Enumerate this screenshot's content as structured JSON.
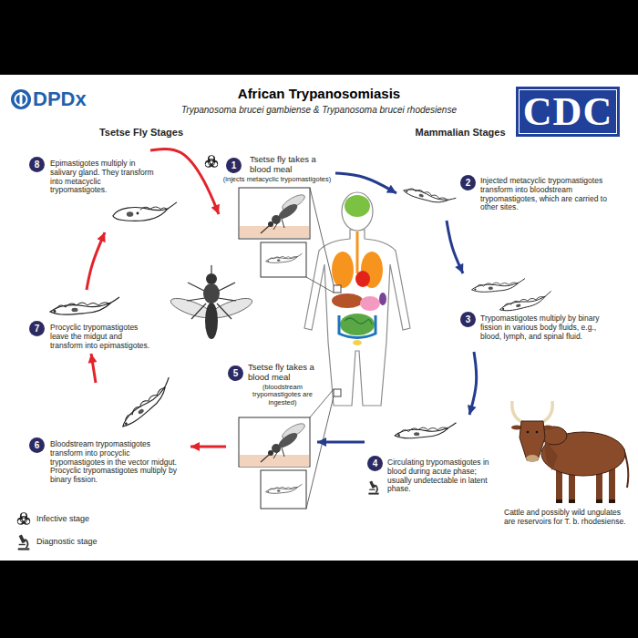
{
  "diagram": {
    "title": "African Trypanosomiasis",
    "nodes": [
      {
        "text": [
          "CDC"
        ]
      },
      {
        "text": [
          "1",
          "Tsetse fly takes a blood meal",
          "(injects metacyclic trypomastigotes)"
        ]
      },
      {
        "text": [
          "2",
          "Injected metacyclic trypomastigotes transform into bloodstream trypomastigotes, which are carried to other sites."
        ]
      },
      {
        "text": [
          "3",
          "Trypomastigotes multiply by binary fission in various body fluids, e.g., blood, lymph, and spinal fluid."
        ]
      },
      {
        "text": [
          "4",
          "Circulating trypomastigotes in blood during acute phase; usually undetectable in latent phase."
        ]
      },
      {
        "text": [
          "5",
          "Tsetse fly takes a blood meal",
          "(bloodstream trypomastigotes are ingested)"
        ]
      },
      {
        "text": [
          "6",
          "Bloodstream trypomastigotes transform into procyclic trypomastigotes in the vector midgut. Procyclic trypomastigotes multiply by binary fission."
        ]
      },
      {
        "text": [
          "7",
          "Procyclic trypomastigotes leave the midgut and transform into epimastigotes."
        ]
      },
      {
        "text": [
          "8",
          "Epimastigotes multiply in salivary gland. They transform into metacyclic trypomastigotes."
        ]
      }
    ],
    "edges": [
      {
        "from": 1,
        "to": 2,
        "arrow": "to"
      },
      {
        "from": 2,
        "to": 3,
        "arrow": "to"
      },
      {
        "from": 3,
        "to": 4,
        "arrow": "to"
      },
      {
        "from": 4,
        "to": 5,
        "arrow": "to"
      },
      {
        "from": 5,
        "to": 6,
        "arrow": "to"
      },
      {
        "from": 6,
        "to": 7,
        "arrow": "to"
      },
      {
        "from": 7,
        "to": 8,
        "arrow": "to"
      },
      {
        "from": 8,
        "to": 1,
        "arrow": "to"
      }
    ],
    "labels": [
      "DPDx",
      "Trypanosoma brucei gambiense & Trypanosoma brucei rhodesiense",
      "Tsetse Fly Stages",
      "Mammalian Stages",
      "Cattle and possibly wild ungulates are reservoirs for T. b. rhodesiense."
    ],
    "legend": [
      {
        "text": "Infective stage"
      },
      {
        "text": "Diagnostic stage"
      }
    ]
  }
}
